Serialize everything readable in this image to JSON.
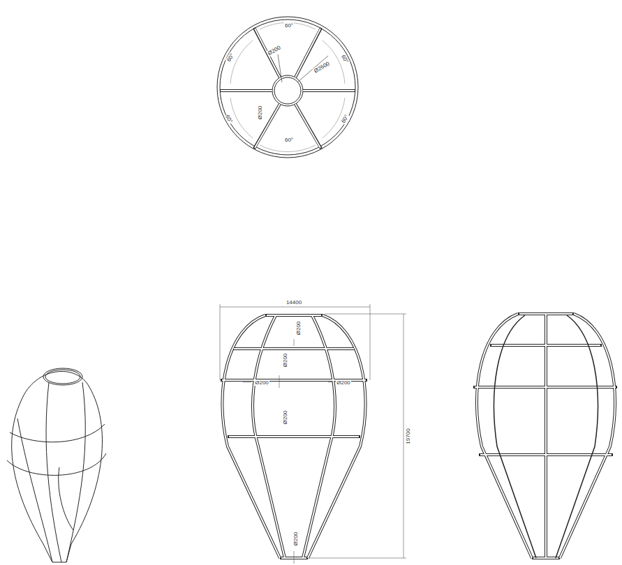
{
  "diagram": {
    "labels": [
      "60°",
      "60°",
      "Ø200",
      "Ø2600",
      "60°",
      "Ø200",
      "60°",
      "60°",
      "60°",
      "14400",
      "Ø200",
      "Ø200",
      "Ø200",
      "Ø200",
      "Ø200",
      "19700",
      "Ø200"
    ]
  }
}
